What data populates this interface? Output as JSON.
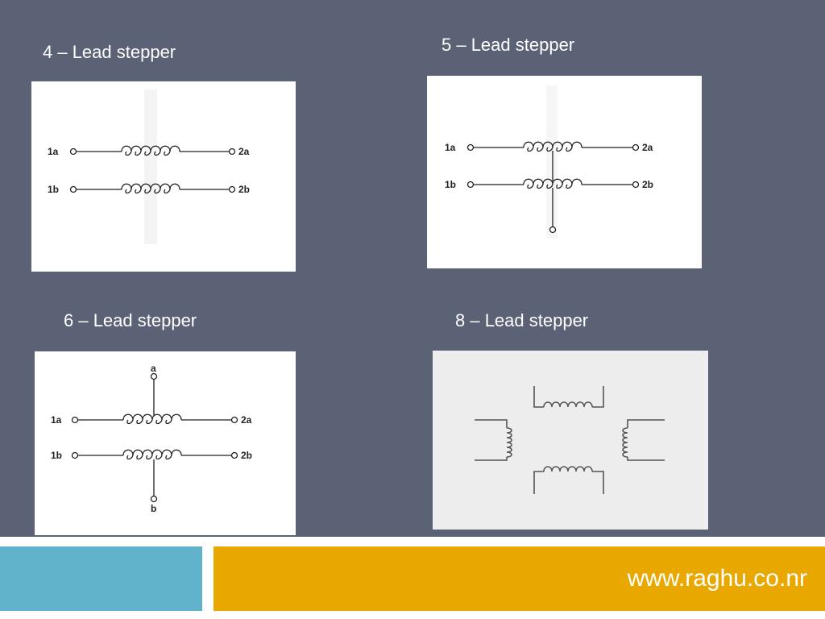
{
  "slide": {
    "title_4lead": "4 – Lead stepper",
    "title_5lead": "5 – Lead stepper",
    "title_6lead": "6 – Lead stepper",
    "title_8lead": "8 – Lead stepper",
    "footer_url": "www.raghu.co.nr"
  },
  "diagram_labels": {
    "lead_1a": "1a",
    "lead_1b": "1b",
    "lead_2a": "2a",
    "lead_2b": "2b",
    "common_a": "a",
    "common_b": "b"
  },
  "colors": {
    "background": "#5b6276",
    "footer_blue": "#60b3cb",
    "footer_gold": "#e8a800"
  }
}
